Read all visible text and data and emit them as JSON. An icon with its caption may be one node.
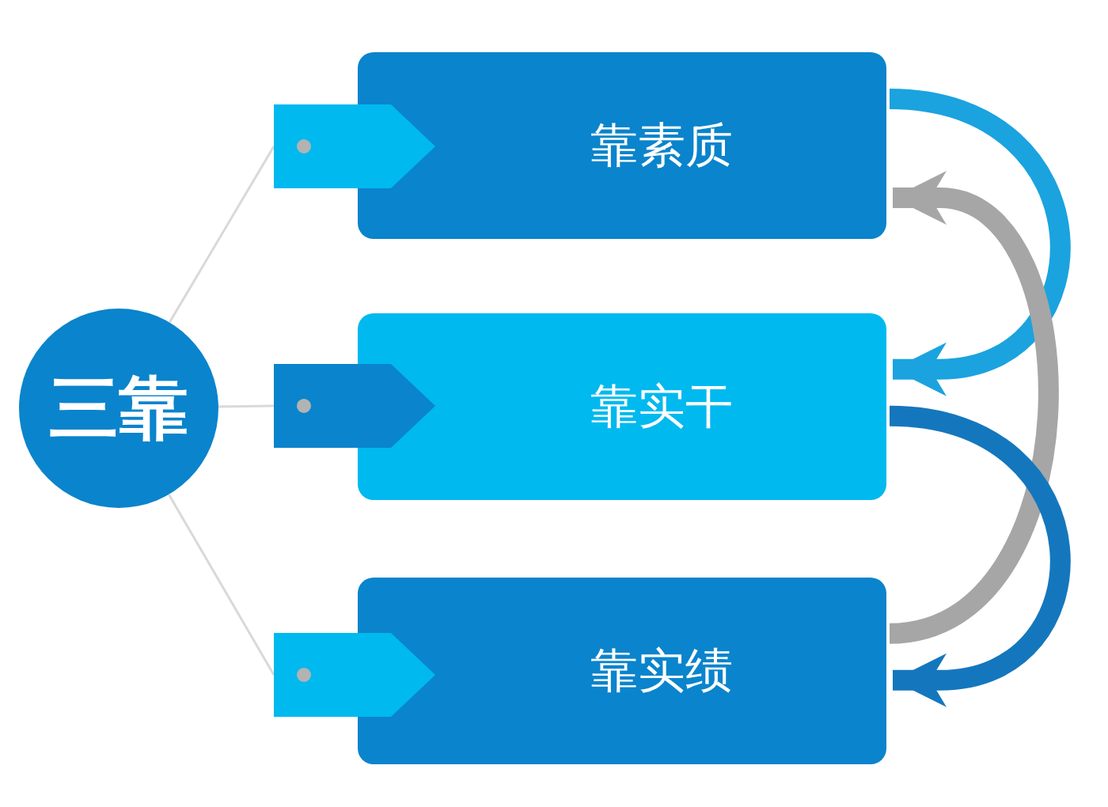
{
  "diagram": {
    "nodes": [
      {
        "text": [
          "三靠"
        ]
      },
      {
        "text": [],
        "shape": "tag"
      },
      {
        "text": [
          "靠素质"
        ]
      },
      {
        "text": [],
        "shape": "tag"
      },
      {
        "text": [
          "靠实干"
        ]
      },
      {
        "text": [],
        "shape": "tag"
      },
      {
        "text": [
          "靠实绩"
        ]
      }
    ],
    "edges": [
      {
        "from": 0,
        "to": 1,
        "arrow": "none"
      },
      {
        "from": 0,
        "to": 3,
        "arrow": "none"
      },
      {
        "from": 0,
        "to": 5,
        "arrow": "none"
      },
      {
        "from": 2,
        "to": 4,
        "arrow": "to",
        "style": "thick",
        "color": "#1aa3df"
      },
      {
        "from": 6,
        "to": 2,
        "arrow": "to",
        "style": "thick",
        "color": "#a6a6a6"
      },
      {
        "from": 4,
        "to": 6,
        "arrow": "to",
        "style": "thick",
        "color": "#1477bd"
      }
    ]
  }
}
